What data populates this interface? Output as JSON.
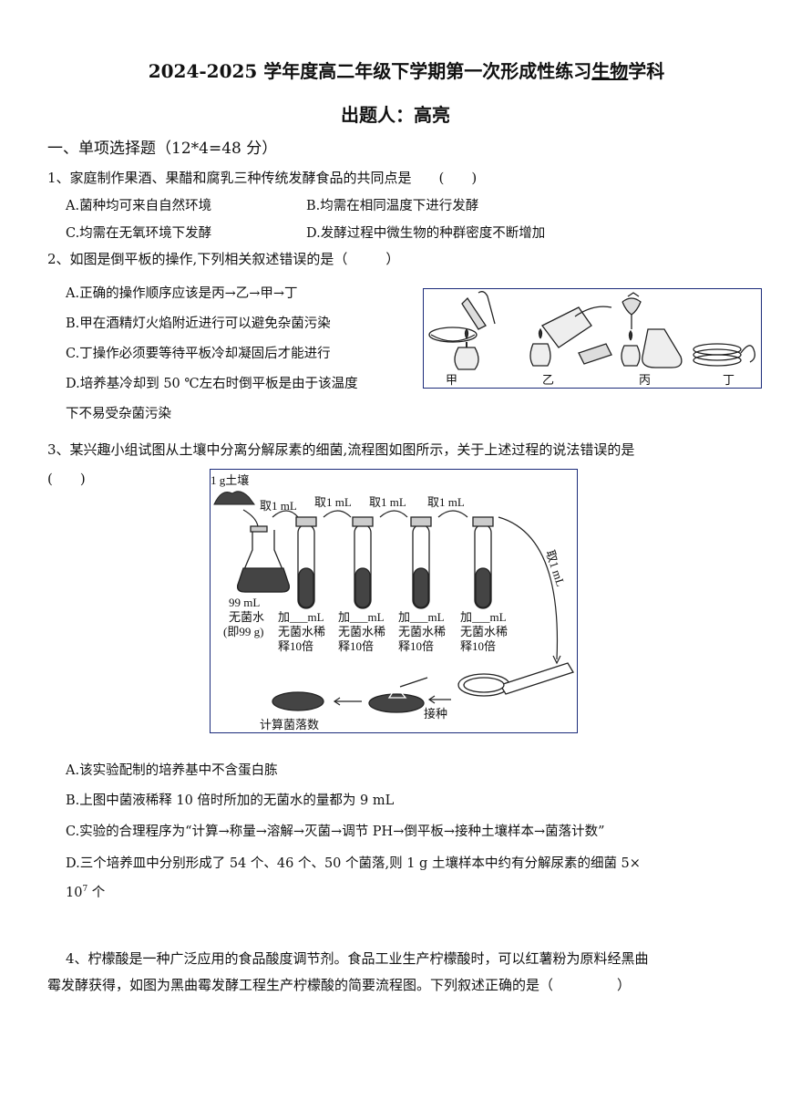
{
  "header": {
    "title_pre": "2024-2025 学年度高二年级下学期第一次形成性练习",
    "title_subject": "生物",
    "title_post": "学科",
    "author": "出题人：高亮"
  },
  "section1": {
    "heading": "一、单项选择题（12*4=48 分）"
  },
  "q1": {
    "stem": "1、家庭制作果酒、果醋和腐乳三种传统发酵食品的共同点是",
    "options": [
      "A.菌种均可来自自然环境",
      "B.均需在相同温度下进行发酵",
      "C.均需在无氧环境下发酵",
      "D.发酵过程中微生物的种群密度不断增加"
    ]
  },
  "q2": {
    "stem": "2、如图是倒平板的操作,下列相关叙述错误的是（",
    "stem_close": "）",
    "options": [
      "A.正确的操作顺序应该是丙→乙→甲→丁",
      "B.甲在酒精灯火焰附近进行可以避免杂菌污染",
      "C.丁操作必须要等待平板冷却凝固后才能进行",
      "D.培养基冷却到 50 ℃左右时倒平板是由于该温度",
      "下不易受杂菌污染"
    ],
    "figure_labels": [
      "甲",
      "乙",
      "丙",
      "丁"
    ]
  },
  "q3": {
    "stem": "3、某兴趣小组试图从土壤中分离分解尿素的细菌,流程图如图所示，关于上述过程的说法错误的是",
    "paren": "(　　)",
    "figure": {
      "soil": "1 g土壤",
      "take": "取1 mL",
      "take_vertical": "取1 mL",
      "flask_volume": "99 mL",
      "flask_name": "无菌水",
      "flask_note": "(即99 g)",
      "tube_add": "加___mL",
      "tube_water": "无菌水稀",
      "tube_fold": "释10倍",
      "inoculate": "接种",
      "count": "计算菌落数"
    },
    "options": [
      "A.该实验配制的培养基中不含蛋白胨",
      "B.上图中菌液稀释 10 倍时所加的无菌水的量都为 9 mL",
      "C.实验的合理程序为“计算→称量→溶解→灭菌→调节 PH→倒平板→接种土壤样本→菌落计数”",
      "D.三个培养皿中分别形成了 54 个、46 个、50 个菌落,则 1 g 土壤样本中约有分解尿素的细菌 5×",
      "10",
      "7",
      " 个"
    ]
  },
  "q4": {
    "line1": "4、柠檬酸是一种广泛应用的食品酸度调节剂。食品工业生产柠檬酸时，可以红薯粉为原料经黑曲",
    "line2": "霉发酵获得，如图为黑曲霉发酵工程生产柠檬酸的简要流程图。下列叙述正确的是（",
    "line2_close": "）"
  }
}
